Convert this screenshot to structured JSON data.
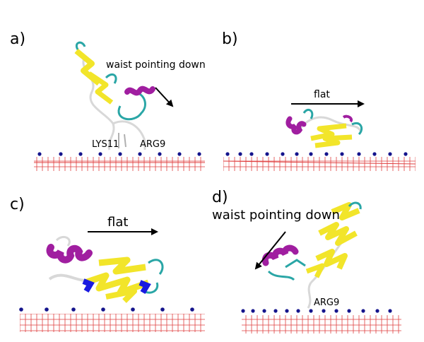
{
  "panels": [
    {
      "label": "a)",
      "annotation": "waist pointing down",
      "residues": [
        "LYS11",
        "ARG9"
      ]
    },
    {
      "label": "b)",
      "annotation": "flat"
    },
    {
      "label": "c)",
      "annotation": "flat"
    },
    {
      "label": "d)",
      "annotation": "waist pointing down",
      "residues": [
        "ARG9"
      ]
    }
  ],
  "colors": {
    "sheet": "#f2e52a",
    "helix": "#a01ea0",
    "turn": "#2aa6a6",
    "coil": "#d8d8d8",
    "lattice": "#e04040",
    "headgroup": "#14148c",
    "highlight": "#1a1ae0"
  }
}
